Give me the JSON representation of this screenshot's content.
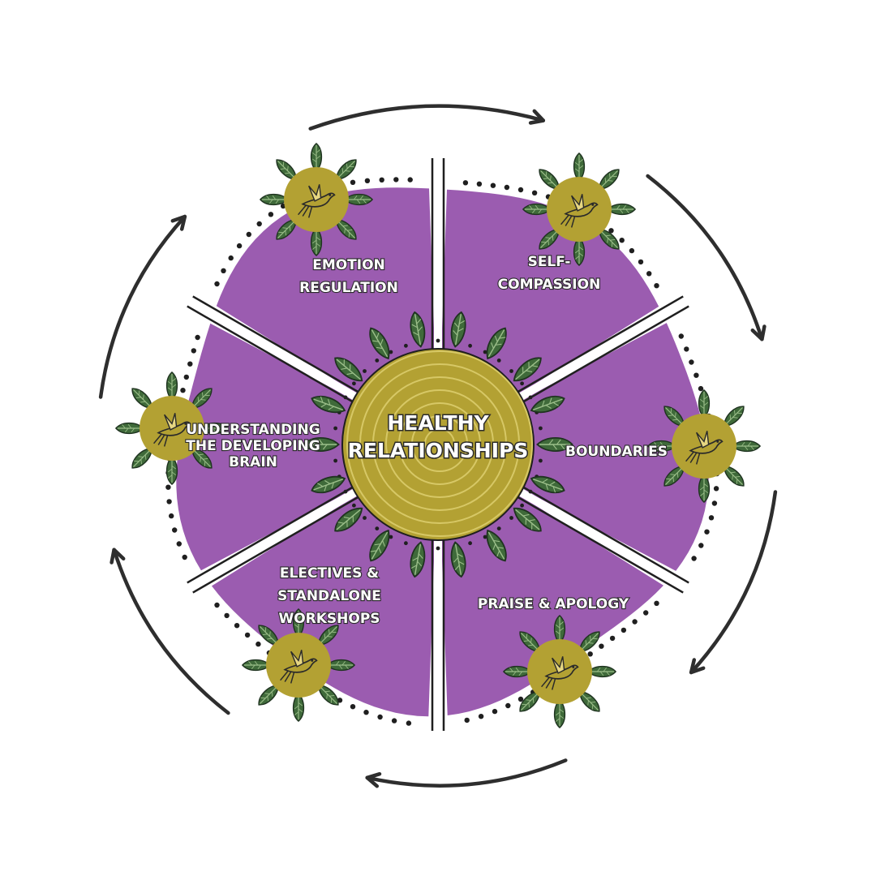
{
  "center": {
    "lines": [
      "HEALTHY",
      "RELATIONSHIPS"
    ]
  },
  "segments": [
    {
      "id": "emotion",
      "lines": [
        "EMOTION",
        "REGULATION"
      ]
    },
    {
      "id": "self-compassion",
      "lines": [
        "SELF-",
        "COMPASSION"
      ]
    },
    {
      "id": "boundaries",
      "lines": [
        "BOUNDARIES"
      ]
    },
    {
      "id": "praise",
      "lines": [
        "PRAISE & APOLOGY"
      ]
    },
    {
      "id": "electives",
      "lines": [
        "ELECTIVES &",
        "STANDALONE",
        "WORKSHOPS"
      ]
    },
    {
      "id": "brain",
      "lines": [
        "UNDERSTANDING",
        "THE DEVELOPING",
        "BRAIN"
      ]
    }
  ],
  "colors": {
    "segment_fill": "#9b5cb0",
    "hub_fill": "#b3a133",
    "hub_rings": "#d7c866",
    "leaf_fill": "#3f6a3a",
    "leaf_edge": "#1f3320",
    "bird_circle": "#b3a133",
    "outline": "#1f1f1f",
    "arrow": "#2e2e2e"
  },
  "icons": {
    "arrow": "curved-arrow-icon",
    "bird": "bird-icon",
    "leaf": "leaf-icon"
  }
}
